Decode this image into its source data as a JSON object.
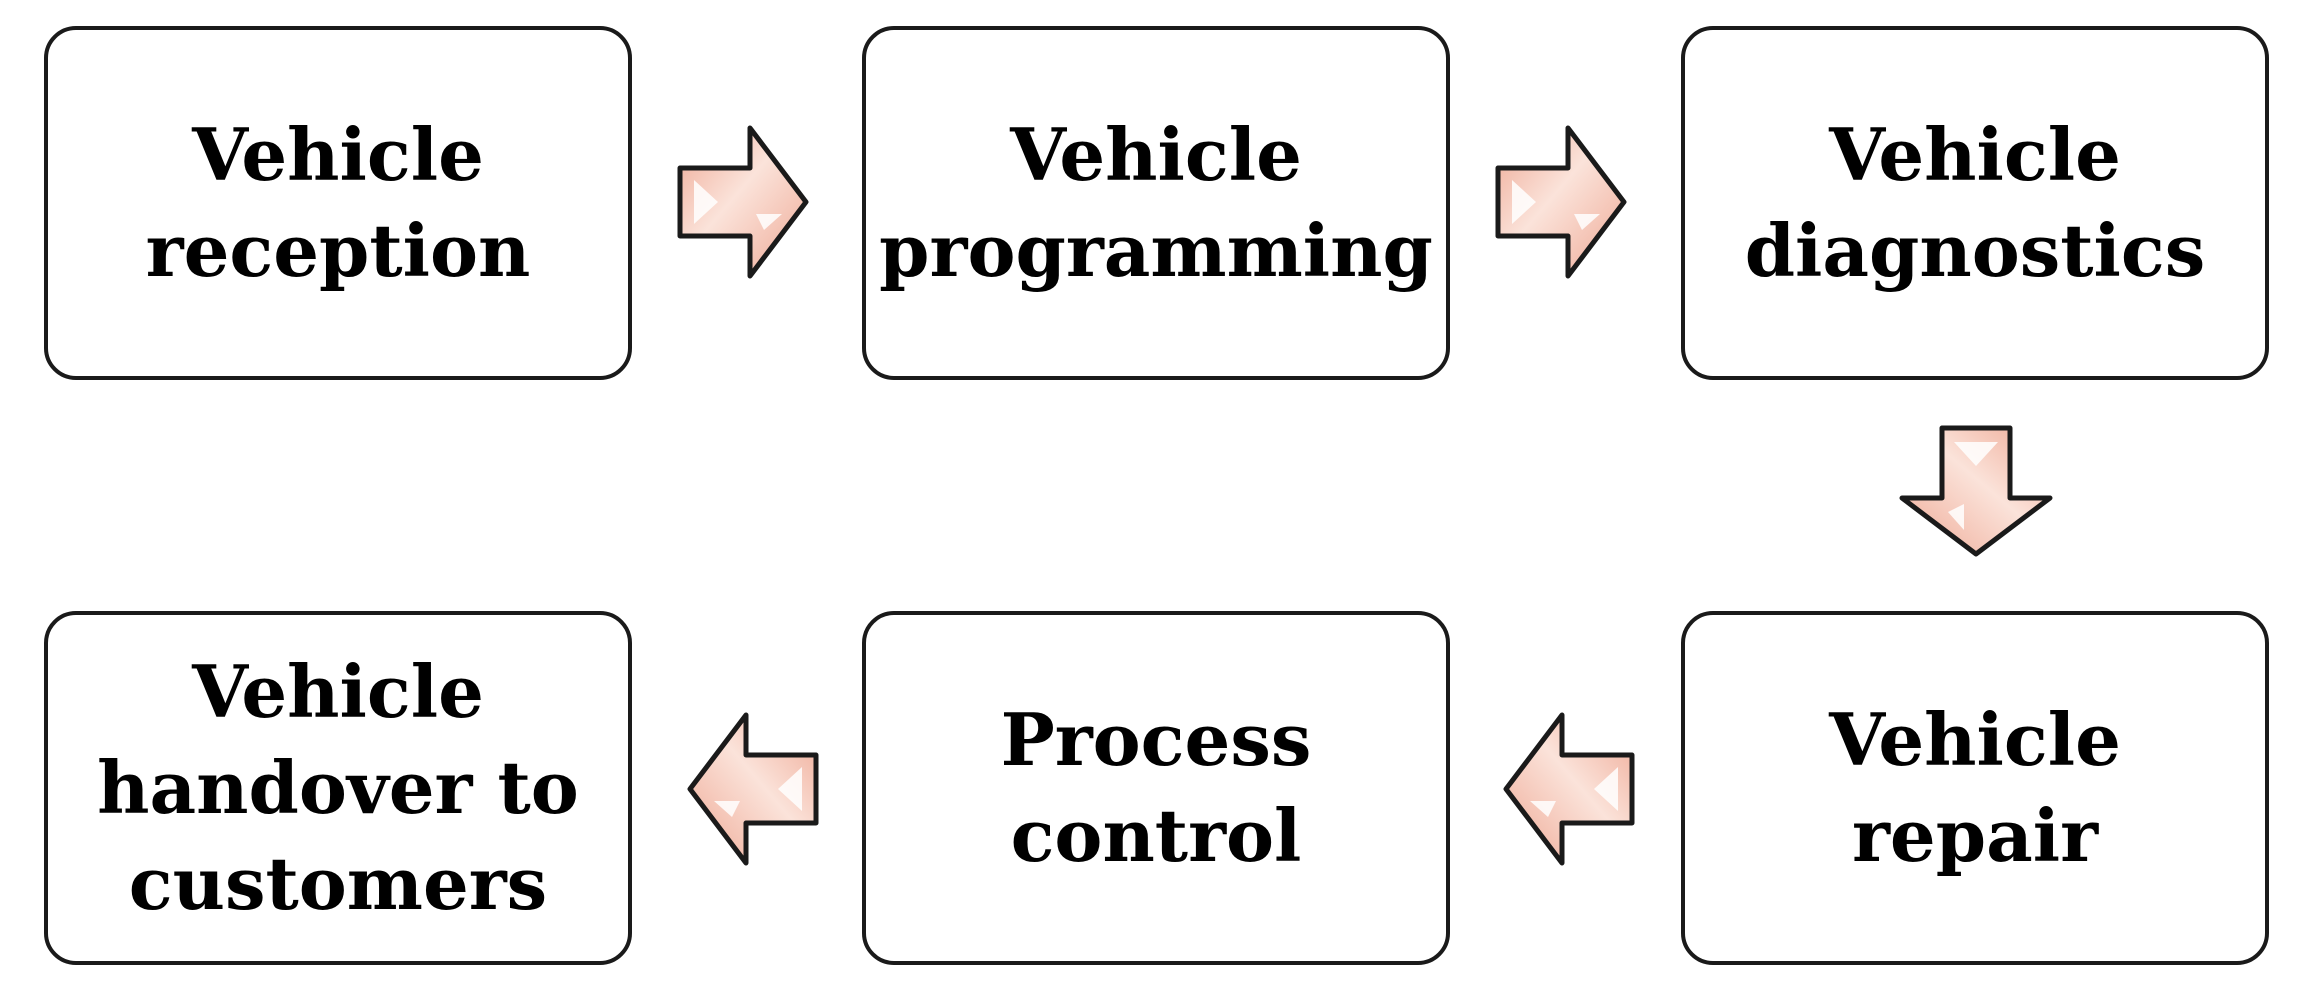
{
  "steps": [
    {
      "id": "reception",
      "label": "Vehicle\nreception"
    },
    {
      "id": "programming",
      "label": "Vehicle\nprogramming"
    },
    {
      "id": "diagnostics",
      "label": "Vehicle\ndiagnostics"
    },
    {
      "id": "repair",
      "label": "Vehicle repair"
    },
    {
      "id": "control",
      "label": "Process\ncontrol"
    },
    {
      "id": "handover",
      "label": "Vehicle\nhandover to\ncustomers"
    }
  ],
  "colors": {
    "box_border": "#1a1a1a",
    "arrow_fill_light": "#fbe3da",
    "arrow_fill_dark": "#eea793",
    "arrow_stroke": "#1a1a1a"
  },
  "icons": {
    "flow_arrow": "block-arrow-icon"
  }
}
